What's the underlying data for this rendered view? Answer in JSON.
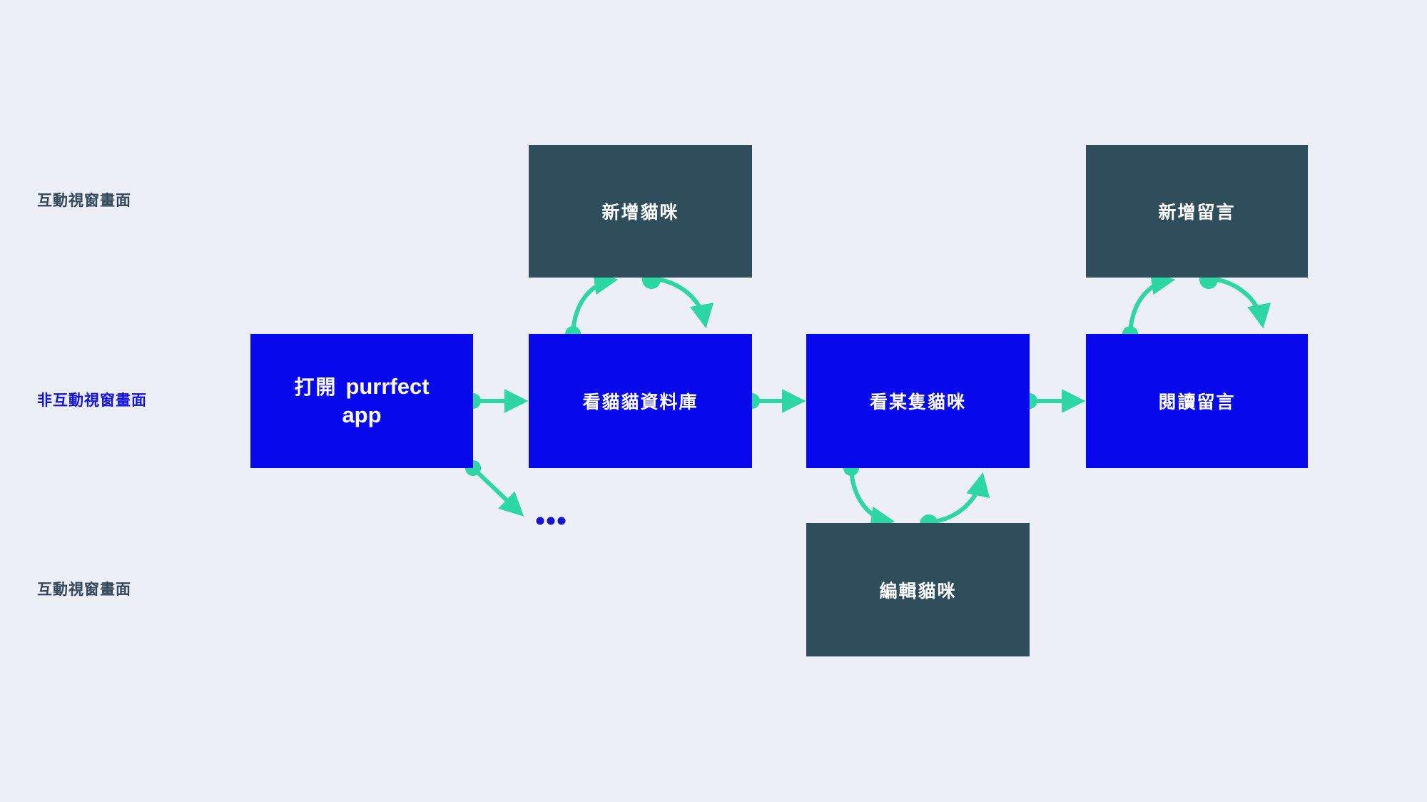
{
  "diagram": {
    "title_hint": "purrfect app user flow",
    "row_labels": {
      "top": "互動視窗畫面",
      "middle": "非互動視窗畫面",
      "bottom": "互動視窗畫面"
    },
    "nodes": {
      "add_cat": {
        "label": "新增貓咪",
        "type": "modal"
      },
      "add_comment": {
        "label": "新增留言",
        "type": "modal"
      },
      "open_app": {
        "prefix": "打開",
        "brand_line1": "purrfect",
        "brand_line2": "app",
        "type": "screen"
      },
      "cat_database": {
        "label": "看貓貓資料庫",
        "type": "screen"
      },
      "single_cat": {
        "label": "看某隻貓咪",
        "type": "screen"
      },
      "read_comments": {
        "label": "閱讀留言",
        "type": "screen"
      },
      "edit_cat": {
        "label": "編輯貓咪",
        "type": "modal"
      }
    },
    "icons": {
      "more": "ellipsis-dots"
    },
    "colors": {
      "background": "#edeff7",
      "screen_blue": "#0708ec",
      "modal_dark": "#2f4d5b",
      "connector_green": "#2cd7a4",
      "label_dark": "#33465a",
      "label_blue": "#1312dd",
      "more_dots_blue": "#1313cf"
    }
  }
}
